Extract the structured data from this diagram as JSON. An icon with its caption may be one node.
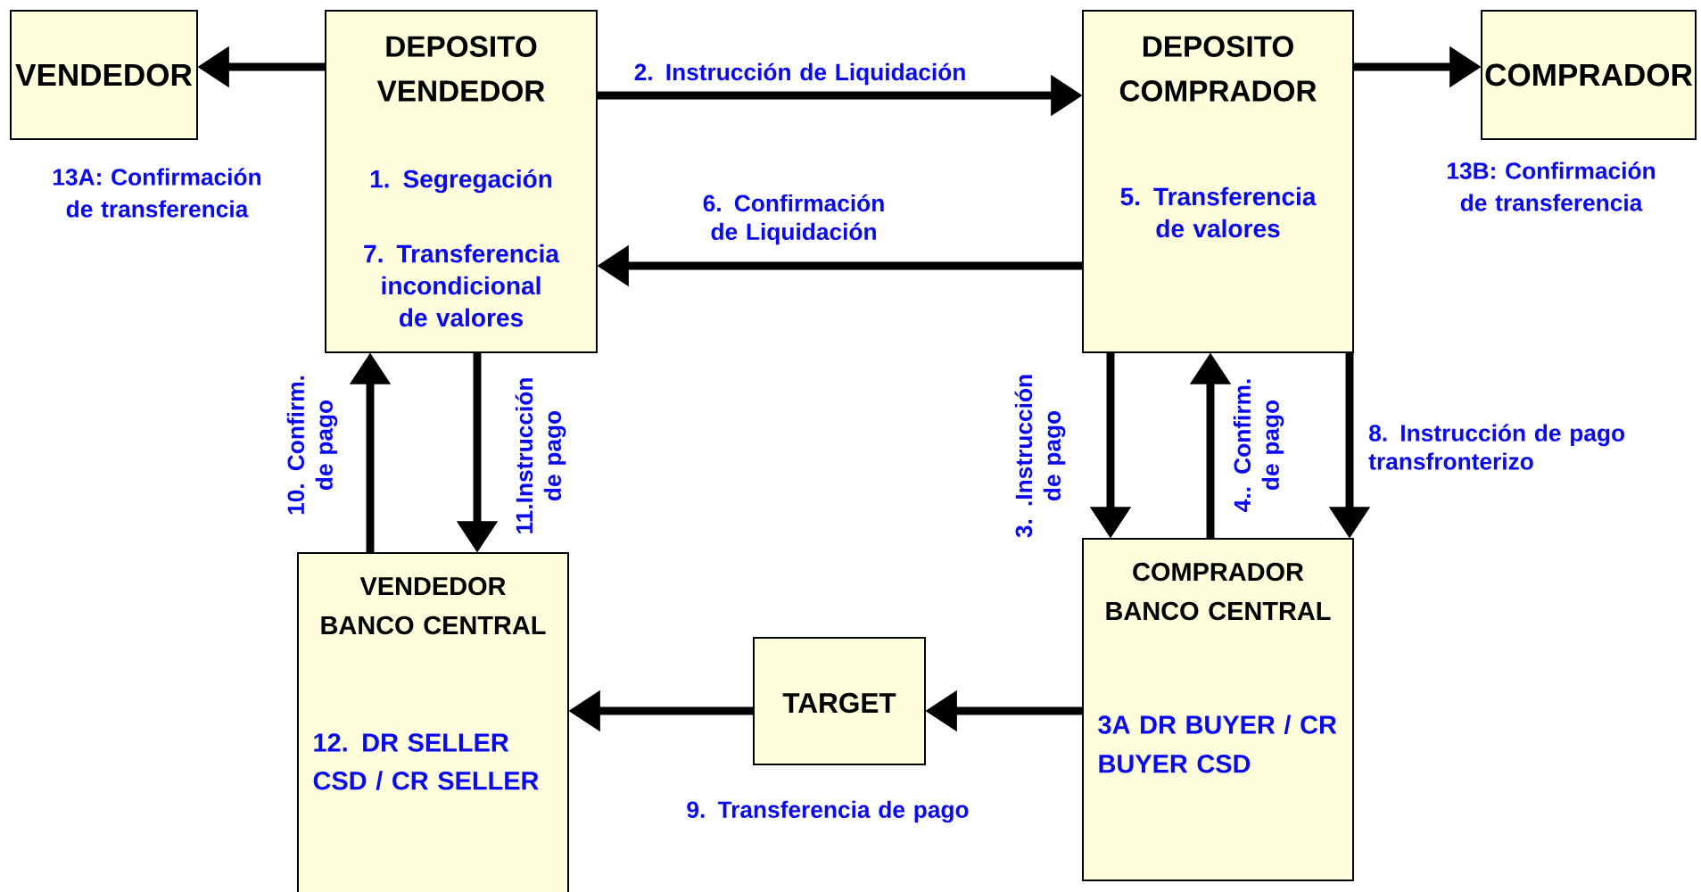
{
  "diagram": {
    "nodes": [
      {
        "text": [
          "VENDEDOR"
        ],
        "beside": [
          "13A: Confirmación de transferencia"
        ]
      },
      {
        "text": [
          "DEPOSITO VENDEDOR",
          "1. Segregación",
          "7. Transferencia incondicional de valores"
        ]
      },
      {
        "text": [
          "DEPOSITO COMPRADOR",
          "5. Transferencia de valores"
        ]
      },
      {
        "text": [
          "COMPRADOR"
        ],
        "beside": [
          "13B: Confirmación de transferencia"
        ]
      },
      {
        "text": [
          "VENDEDOR BANCO CENTRAL",
          "12. DR SELLER CSD / CR SELLER"
        ]
      },
      {
        "text": [
          "TARGET"
        ],
        "beside": [
          "9. Transferencia de pago"
        ]
      },
      {
        "text": [
          "COMPRADOR BANCO CENTRAL",
          "3A DR BUYER / CR BUYER CSD"
        ]
      }
    ],
    "edges": [
      {
        "from": 1,
        "to": 0,
        "arrow": "to"
      },
      {
        "from": 1,
        "to": 2,
        "arrow": "to",
        "label": "2. Instrucción de Liquidación"
      },
      {
        "from": 2,
        "to": 1,
        "arrow": "to",
        "label": "6. Confirmación de Liquidación"
      },
      {
        "from": 2,
        "to": 3,
        "arrow": "to"
      },
      {
        "from": 1,
        "to": 4,
        "arrow": "to",
        "label": "11.Instrucción de pago"
      },
      {
        "from": 4,
        "to": 1,
        "arrow": "to",
        "label": "10. Confirm. de pago"
      },
      {
        "from": 2,
        "to": 6,
        "arrow": "to",
        "label": "3. .Instrucción de pago"
      },
      {
        "from": 6,
        "to": 2,
        "arrow": "to",
        "label": "4.. Confirm. de pago"
      },
      {
        "from": 2,
        "to": 6,
        "arrow": "to",
        "label": "8. Instrucción de pago transfronterizo"
      },
      {
        "from": 6,
        "to": 5,
        "arrow": "to"
      },
      {
        "from": 5,
        "to": 4,
        "arrow": "to"
      }
    ]
  }
}
